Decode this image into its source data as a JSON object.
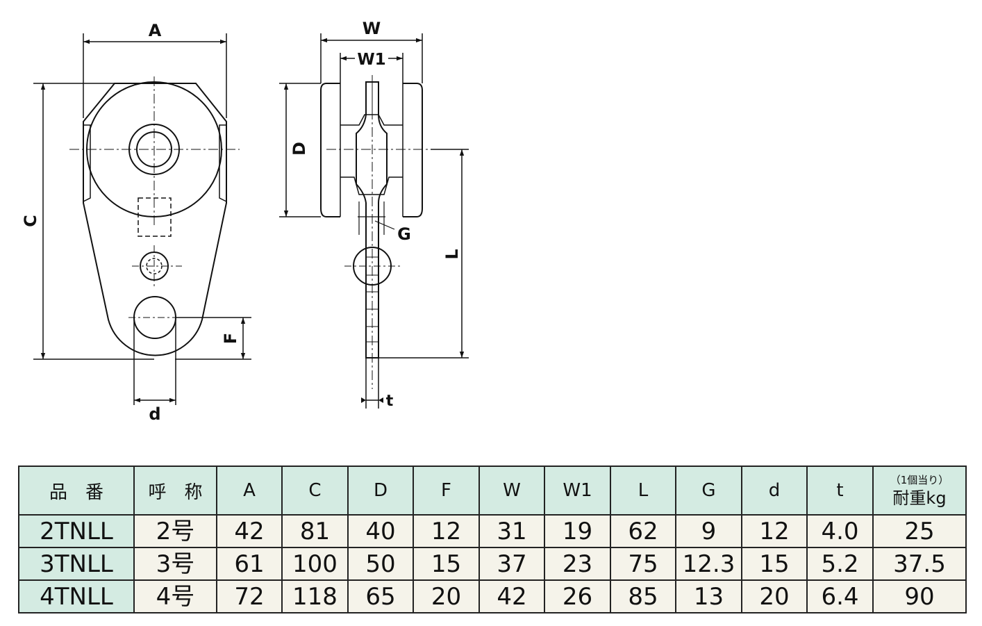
{
  "drawing": {
    "front_labels": {
      "A": "A",
      "C": "C",
      "F": "F",
      "d": "d"
    },
    "side_labels": {
      "W": "W",
      "W1": "W1",
      "D": "D",
      "G": "G",
      "L": "L",
      "t": "t"
    }
  },
  "table": {
    "headers": {
      "model": "品　番",
      "size": "呼　称",
      "A": "A",
      "C": "C",
      "D": "D",
      "F": "F",
      "W": "W",
      "W1": "W1",
      "L": "L",
      "G": "G",
      "d": "d",
      "t": "t",
      "load_note": "（1個当り）",
      "load": "耐重kg"
    },
    "rows": [
      {
        "model": "2TNLL",
        "size": "2号",
        "A": "42",
        "C": "81",
        "D": "40",
        "F": "12",
        "W": "31",
        "W1": "19",
        "L": "62",
        "G": "9",
        "d": "12",
        "t": "4.0",
        "load": "25"
      },
      {
        "model": "3TNLL",
        "size": "3号",
        "A": "61",
        "C": "100",
        "D": "50",
        "F": "15",
        "W": "37",
        "W1": "23",
        "L": "75",
        "G": "12.3",
        "d": "15",
        "t": "5.2",
        "load": "37.5"
      },
      {
        "model": "4TNLL",
        "size": "4号",
        "A": "72",
        "C": "118",
        "D": "65",
        "F": "20",
        "W": "42",
        "W1": "26",
        "L": "85",
        "G": "13",
        "d": "20",
        "t": "6.4",
        "load": "90"
      }
    ]
  }
}
